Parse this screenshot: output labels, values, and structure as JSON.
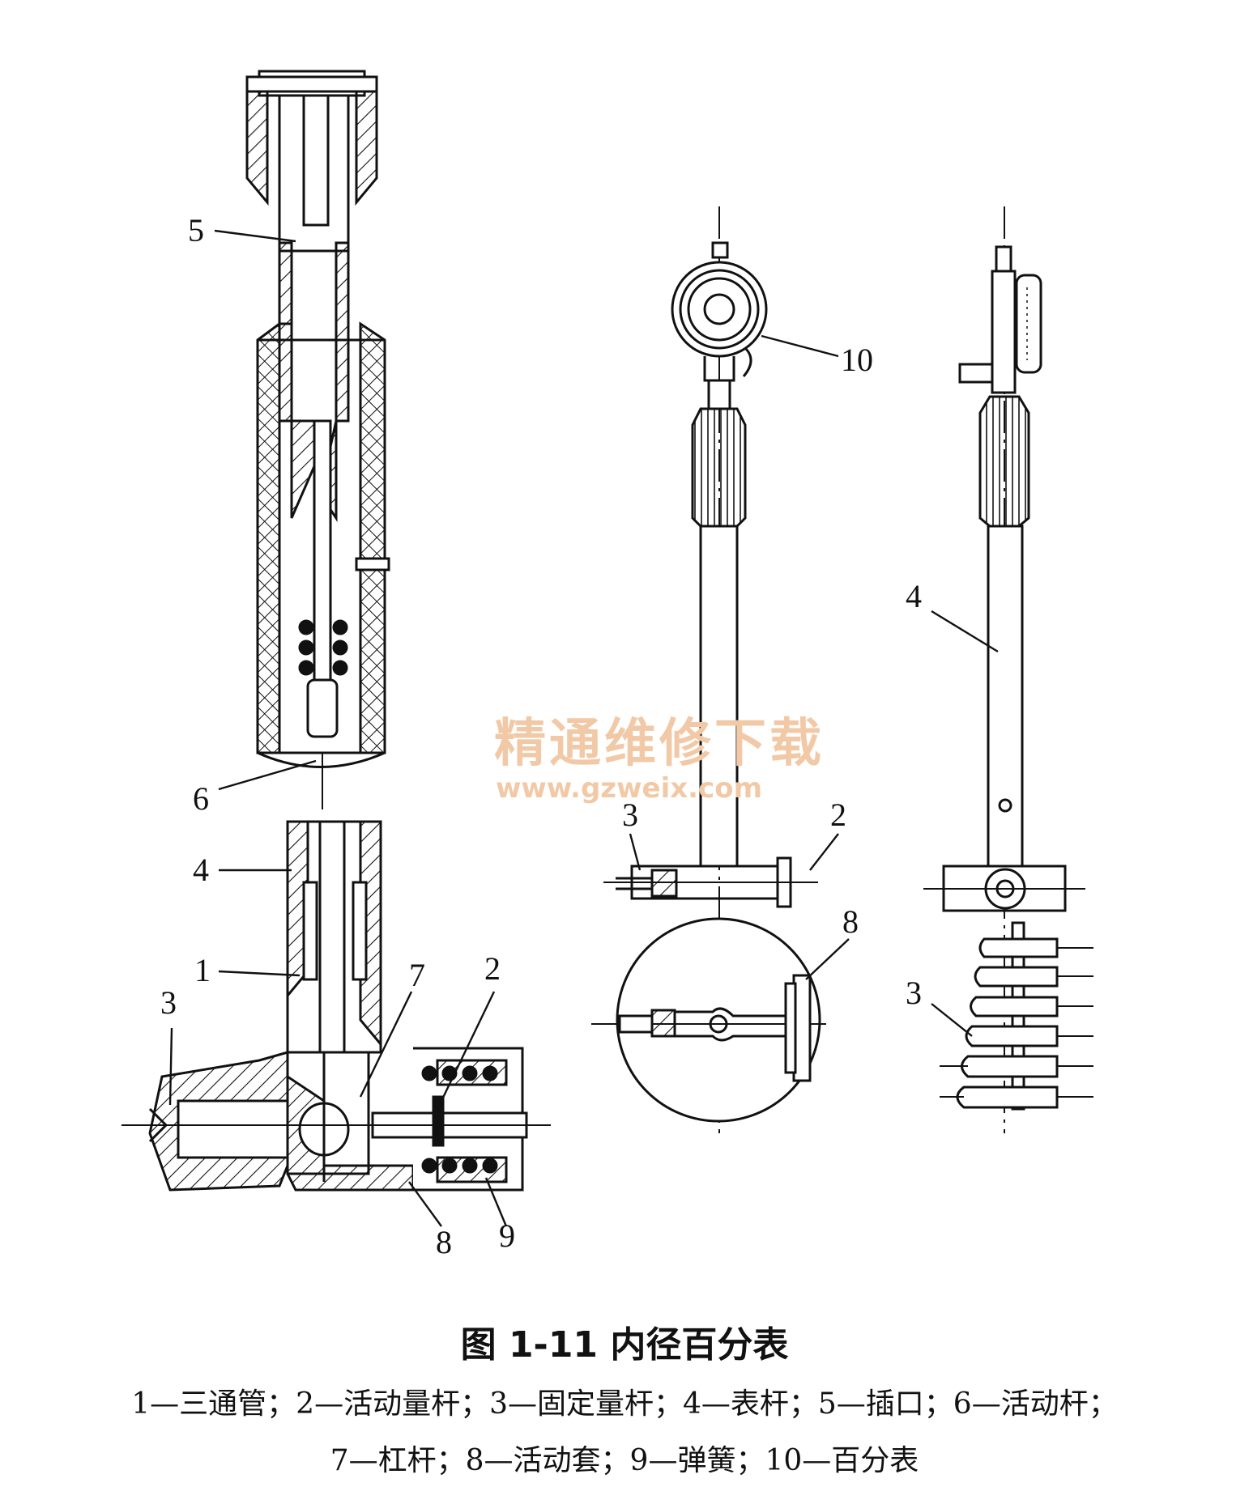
{
  "figure": {
    "title": "图 1-11   内径百分表",
    "legend_lines": [
      "1—三通管；2—活动量杆；3—固定量杆；4—表杆；5—插口；6—活动杆；",
      "7—杠杆；8—活动套；9—弹簧；10—百分表"
    ],
    "callouts": {
      "left_5": "5",
      "left_6": "6",
      "left_4": "4",
      "left_1": "1",
      "left_7": "7",
      "left_2": "2",
      "left_3": "3",
      "left_8": "8",
      "left_9": "9",
      "mid_10": "10",
      "mid_3": "3",
      "mid_2": "2",
      "mid_8": "8",
      "right_4": "4",
      "right_3": "3"
    }
  },
  "watermark": {
    "text": "精通维修下载",
    "url": "www.gzweix.com"
  }
}
